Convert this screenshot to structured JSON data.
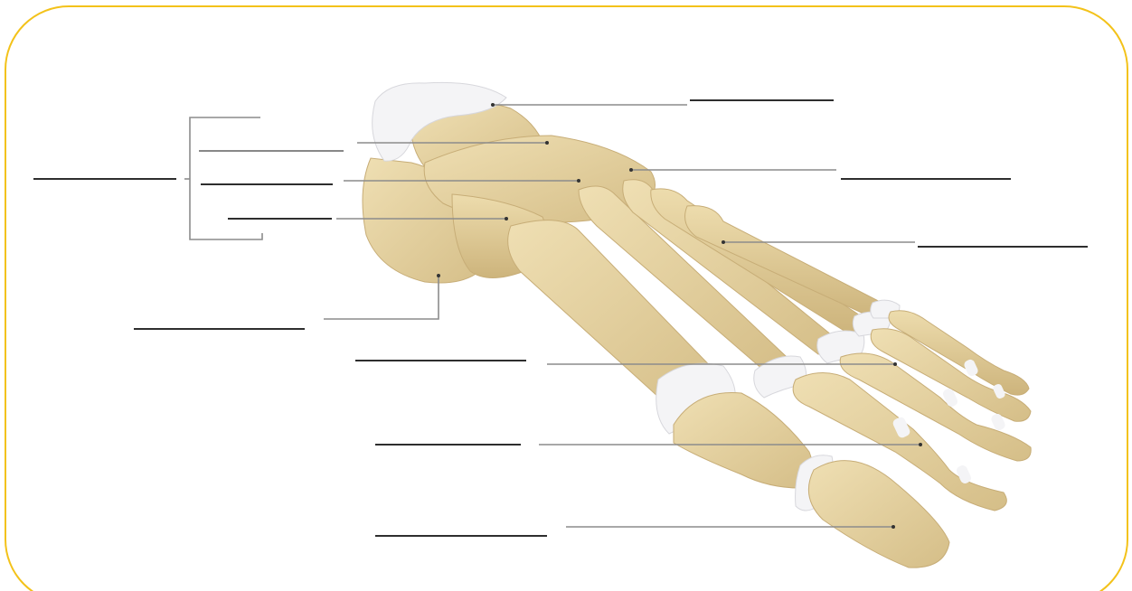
{
  "diagram": {
    "subject": "foot-bones-dorsal-view",
    "label_blanks": [
      {
        "id": "talus",
        "text": ""
      },
      {
        "id": "navicular",
        "text": ""
      },
      {
        "id": "intermediate-cuneiform",
        "text": ""
      },
      {
        "id": "cuboid",
        "text": ""
      },
      {
        "id": "lateral-cuneiform",
        "text": ""
      },
      {
        "id": "medial-cuneiform",
        "text": ""
      },
      {
        "id": "tarsals-group",
        "text": ""
      },
      {
        "id": "calcaneus",
        "text": ""
      },
      {
        "id": "metatarsals",
        "text": ""
      },
      {
        "id": "proximal-phalanx",
        "text": ""
      },
      {
        "id": "middle-phalanx",
        "text": ""
      },
      {
        "id": "distal-phalanx",
        "text": ""
      }
    ]
  },
  "colors": {
    "frame": "#f3c21a",
    "bone": "#e6d3a3",
    "bone_shadow": "#c9b07a",
    "cartilage": "#f4f4f6",
    "leader_line": "#8c8c8c",
    "blank_line": "#111111"
  }
}
